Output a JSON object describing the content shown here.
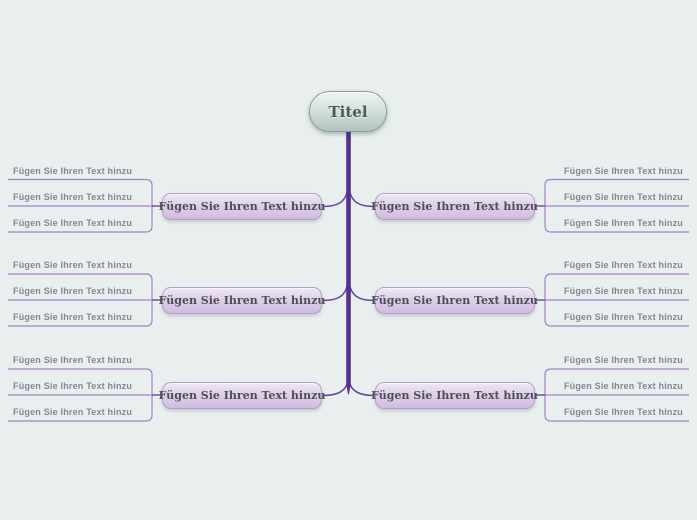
{
  "root": {
    "label": "Titel"
  },
  "branches": [
    {
      "id": "left-1",
      "side": "left",
      "label": "Fügen Sie Ihren Text hinzu",
      "children": [
        "Fügen Sie Ihren Text hinzu",
        "Fügen Sie Ihren Text hinzu",
        "Fügen Sie Ihren Text hinzu"
      ]
    },
    {
      "id": "left-2",
      "side": "left",
      "label": "Fügen Sie Ihren Text hinzu",
      "children": [
        "Fügen Sie Ihren Text hinzu",
        "Fügen Sie Ihren Text hinzu",
        "Fügen Sie Ihren Text hinzu"
      ]
    },
    {
      "id": "left-3",
      "side": "left",
      "label": "Fügen Sie Ihren Text hinzu",
      "children": [
        "Fügen Sie Ihren Text hinzu",
        "Fügen Sie Ihren Text hinzu",
        "Fügen Sie Ihren Text hinzu"
      ]
    },
    {
      "id": "right-1",
      "side": "right",
      "label": "Fügen Sie Ihren Text hinzu",
      "children": [
        "Fügen Sie Ihren Text hinzu",
        "Fügen Sie Ihren Text hinzu",
        "Fügen Sie Ihren Text hinzu"
      ]
    },
    {
      "id": "right-2",
      "side": "right",
      "label": "Fügen Sie Ihren Text hinzu",
      "children": [
        "Fügen Sie Ihren Text hinzu",
        "Fügen Sie Ihren Text hinzu",
        "Fügen Sie Ihren Text hinzu"
      ]
    },
    {
      "id": "right-3",
      "side": "right",
      "label": "Fügen Sie Ihren Text hinzu",
      "children": [
        "Fügen Sie Ihren Text hinzu",
        "Fügen Sie Ihren Text hinzu",
        "Fügen Sie Ihren Text hinzu"
      ]
    }
  ],
  "colors": {
    "background": "#e8efee",
    "spine": "#56308d",
    "branch_connector": "#6b44a1",
    "bracket_line": "#a284c6",
    "node_fill": "#d6c4e3",
    "node_border": "#b39fc8",
    "node_text": "#4f4d57",
    "root_fill": "#c3d0cd",
    "root_border": "#87a19e",
    "child_label_text": "#86868f"
  }
}
